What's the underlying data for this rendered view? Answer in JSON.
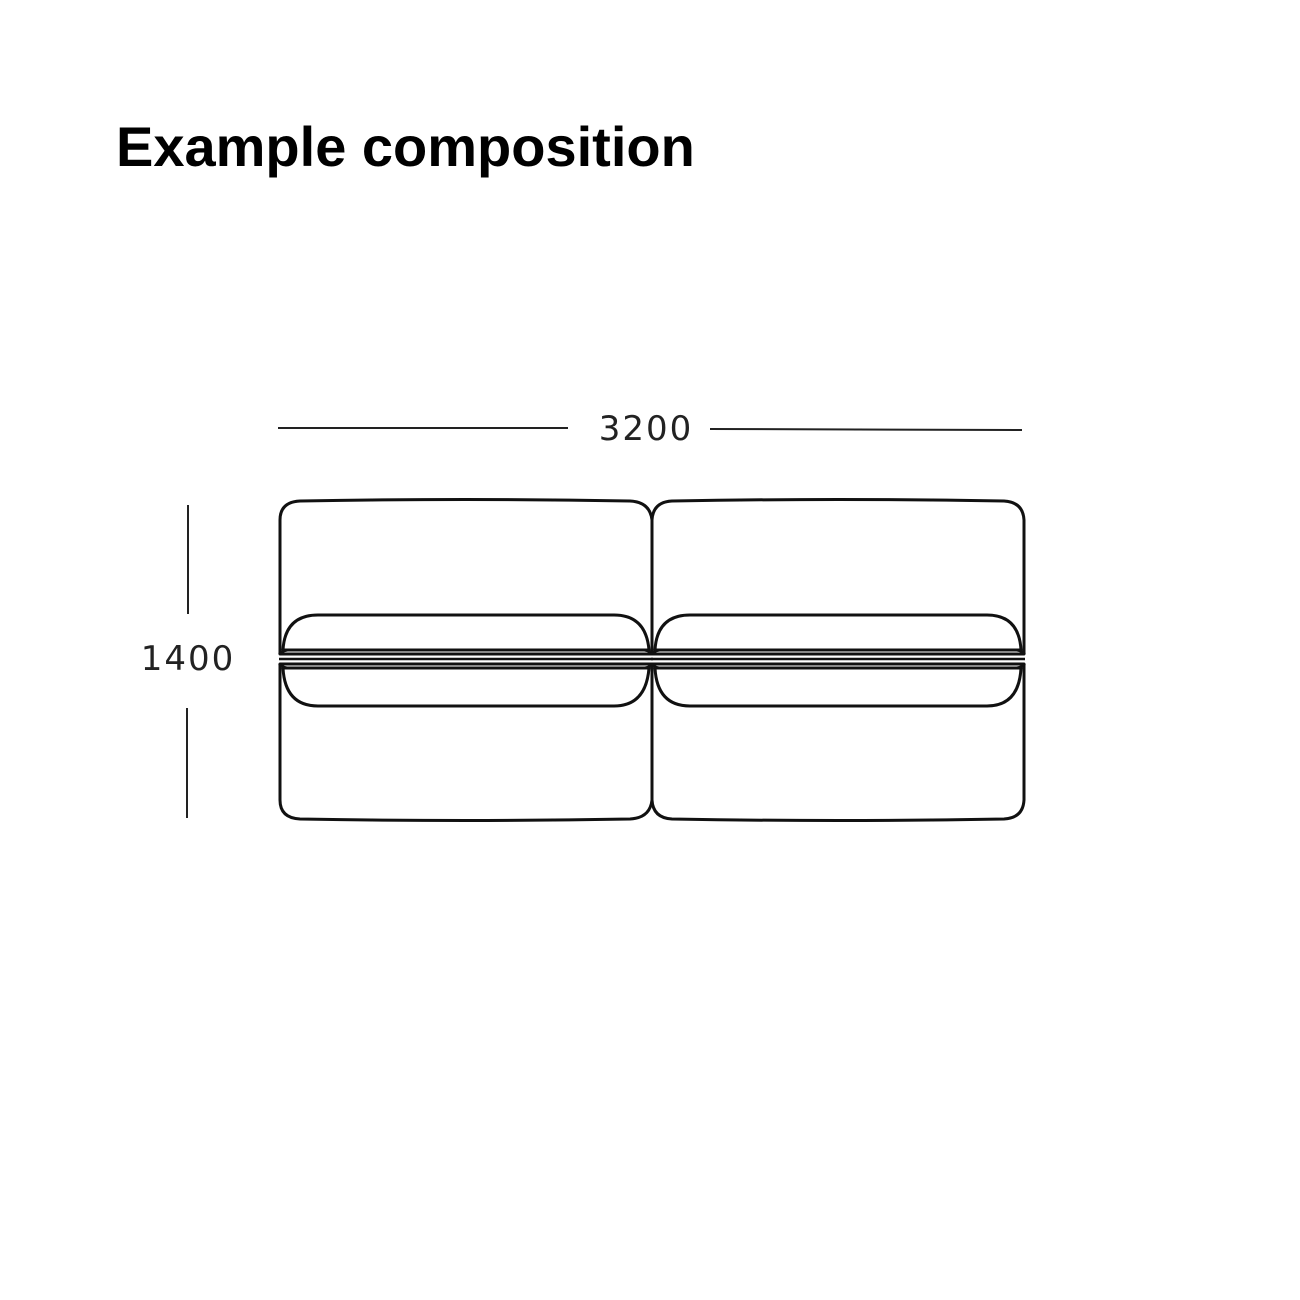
{
  "title": "Example composition",
  "dimensions": {
    "width_label": "3200",
    "depth_label": "1400"
  },
  "modules": [
    {
      "name": "module-left"
    },
    {
      "name": "module-right"
    }
  ],
  "colors": {
    "line": "#111111",
    "background": "#ffffff"
  }
}
